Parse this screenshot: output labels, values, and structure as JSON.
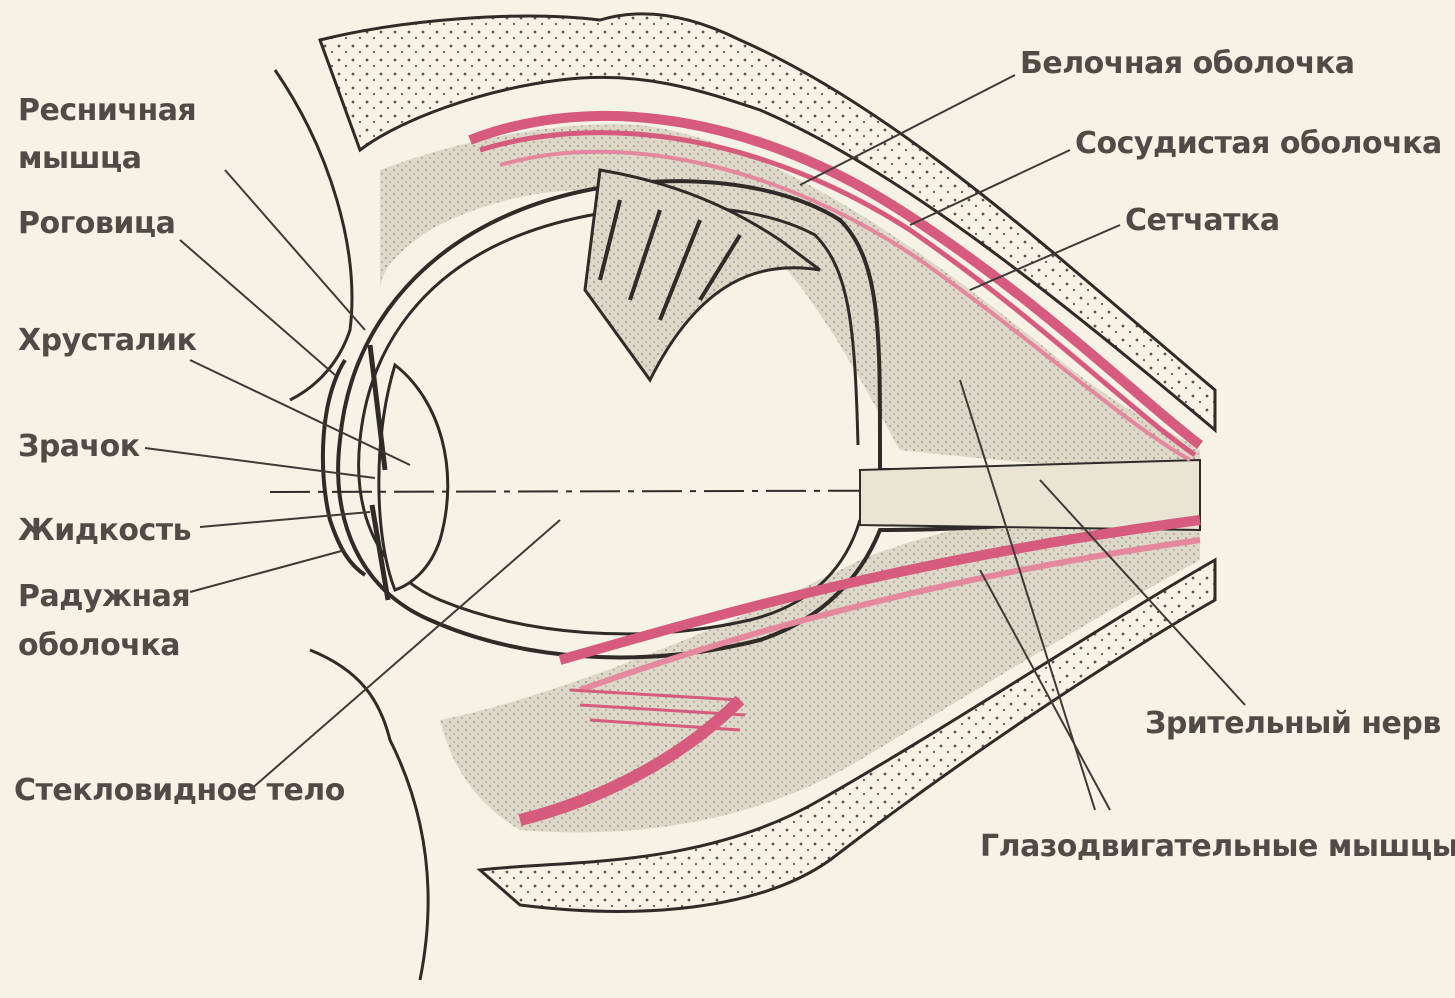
{
  "colors": {
    "background": "#f6f3e6",
    "outline": "#2e2b28",
    "muscle": "#d65b7e",
    "bone_shade": "#d9d4c4",
    "label_text": "#4f4b46"
  },
  "labels": {
    "ciliary_muscle": "Ресничная мышца",
    "ciliary_muscle_line1": "Ресничная",
    "ciliary_muscle_line2": "мышца",
    "cornea": "Роговица",
    "lens": "Хрусталик",
    "pupil": "Зрачок",
    "fluid": "Жидкость",
    "iris": "Радужная оболочка",
    "iris_line1": "Радужная",
    "iris_line2": "оболочка",
    "vitreous": "Стекловидное тело",
    "sclera": "Белочная оболочка",
    "choroid": "Сосудистая оболочка",
    "retina": "Сетчатка",
    "optic_nerve": "Зрительный нерв",
    "eye_muscles": "Глазодвигательные мышцы"
  }
}
